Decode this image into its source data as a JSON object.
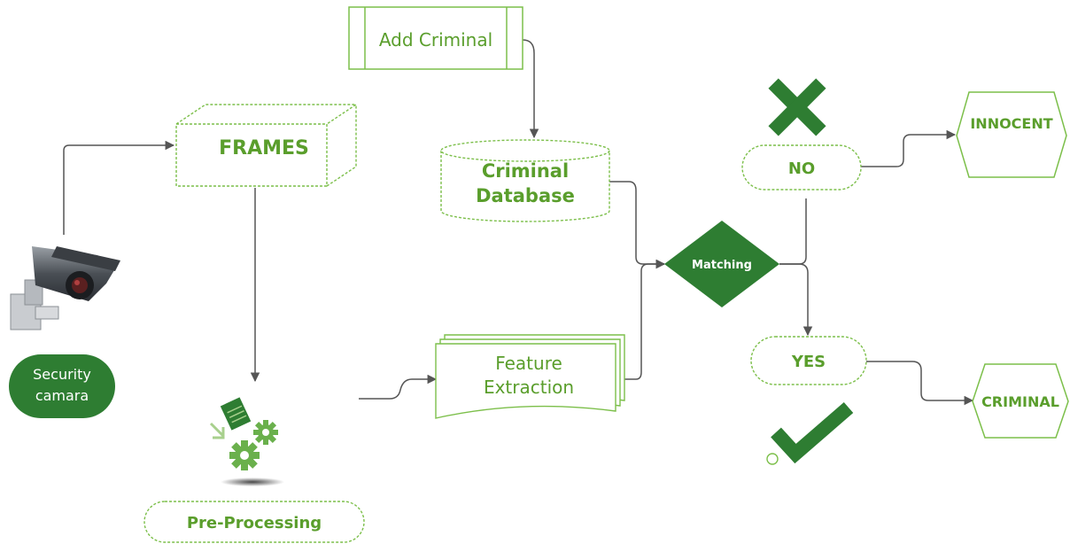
{
  "labels": {
    "add_criminal": "Add Criminal",
    "frames": "FRAMES",
    "criminal_database_line1": "Criminal",
    "criminal_database_line2": "Database",
    "matching": "Matching",
    "no": "NO",
    "yes": "YES",
    "innocent": "INNOCENT",
    "criminal": "CRIMINAL",
    "feature_extraction_line1": "Feature",
    "feature_extraction_line2": "Extraction",
    "security_camera_line1": "Security",
    "security_camera_line2": "camara",
    "pre_processing": "Pre-Processing"
  },
  "colors": {
    "green_text": "#5a9e2c",
    "green_stroke": "#7cbf4a",
    "dark_green": "#2e7d32",
    "arrow": "#555555"
  },
  "icons": {
    "camera": "security-camera-icon",
    "gears": "gears-icon",
    "cross": "cross-icon",
    "check": "check-icon"
  }
}
